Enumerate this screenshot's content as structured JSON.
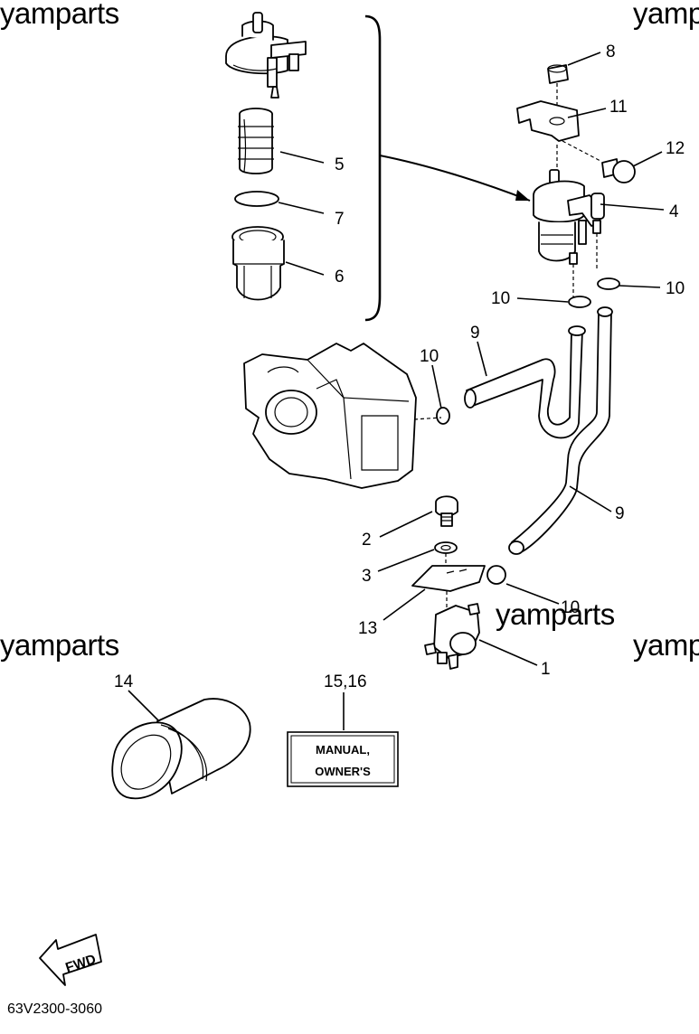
{
  "watermarks": [
    {
      "id": "wm-top-left",
      "text": "yamparts"
    },
    {
      "id": "wm-top-right",
      "text": "yamp"
    },
    {
      "id": "wm-mid-left",
      "text": "yamparts"
    },
    {
      "id": "wm-mid-center",
      "text": "yamparts"
    },
    {
      "id": "wm-mid-right",
      "text": "yamp"
    }
  ],
  "callouts": {
    "p1": "1",
    "p2": "2",
    "p3": "3",
    "p4": "4",
    "p5": "5",
    "p6": "6",
    "p7": "7",
    "p8": "8",
    "p9a": "9",
    "p9b": "9",
    "p10a": "10",
    "p10b": "10",
    "p10c": "10",
    "p10d": "10",
    "p11": "11",
    "p12": "12",
    "p13": "13",
    "p14": "14",
    "p15_16": "15,16"
  },
  "owners_manual": {
    "line1": "MANUAL,",
    "line2": "OWNER'S"
  },
  "fwd_label": "FWD",
  "diagram_code": "63V2300-3060",
  "colors": {
    "ink": "#000000",
    "paper": "#ffffff"
  }
}
